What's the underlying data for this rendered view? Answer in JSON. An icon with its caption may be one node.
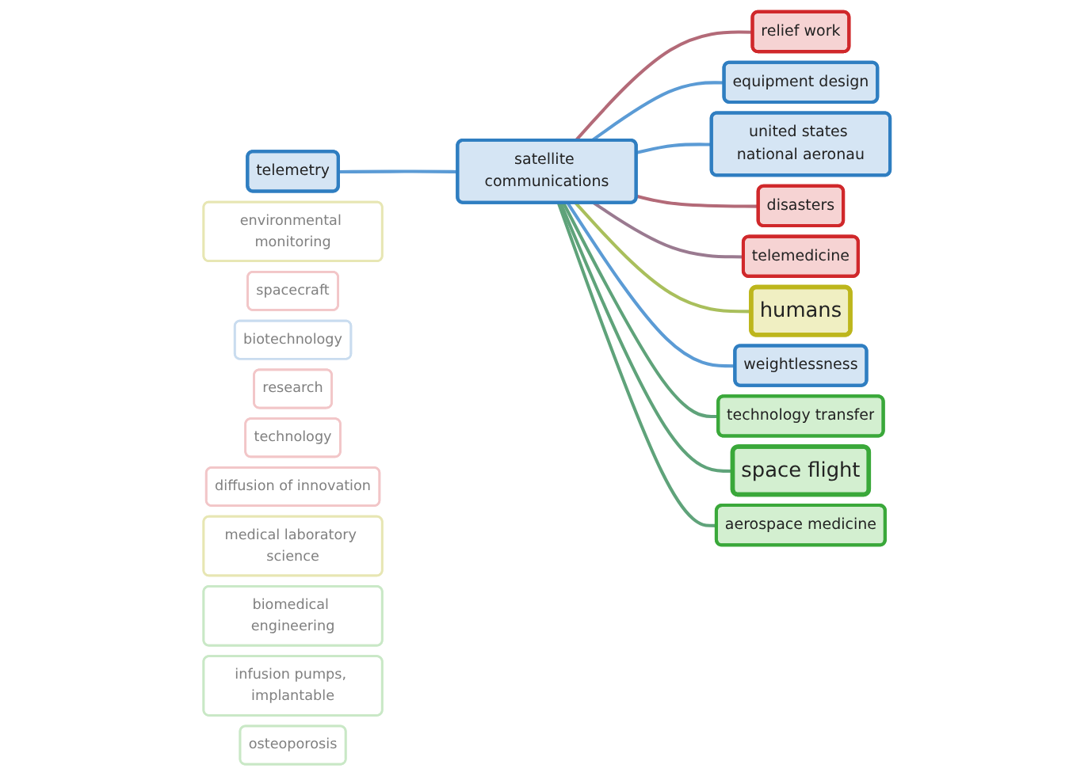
{
  "diagram": {
    "nodes": [
      {
        "text": [
          "telemetry"
        ]
      },
      {
        "text": [
          "satellite communications"
        ]
      },
      {
        "text": [
          "relief work"
        ]
      },
      {
        "text": [
          "environmental monitoring"
        ]
      },
      {
        "text": [
          "equipment design"
        ]
      },
      {
        "text": [
          "united states national aeronau"
        ]
      },
      {
        "text": [
          "disasters"
        ]
      },
      {
        "text": [
          "telemedicine"
        ]
      },
      {
        "text": [
          "humans"
        ]
      },
      {
        "text": [
          "spacecraft"
        ]
      },
      {
        "text": [
          "biotechnology"
        ]
      },
      {
        "text": [
          "weightlessness"
        ]
      },
      {
        "text": [
          "technology transfer"
        ]
      },
      {
        "text": [
          "research"
        ]
      },
      {
        "text": [
          "technology"
        ]
      },
      {
        "text": [
          "space flight"
        ]
      },
      {
        "text": [
          "diffusion of innovation"
        ]
      },
      {
        "text": [
          "aerospace medicine"
        ]
      },
      {
        "text": [
          "medical laboratory science"
        ]
      },
      {
        "text": [
          "biomedical engineering"
        ]
      },
      {
        "text": [
          "infusion pumps, implantable"
        ]
      },
      {
        "text": [
          "osteoporosis"
        ]
      }
    ],
    "edges": [
      {
        "from": 0,
        "to": 1,
        "arrow": "none"
      },
      {
        "from": 1,
        "to": 2,
        "arrow": "none",
        "color": "#b36a78"
      },
      {
        "from": 1,
        "to": 4,
        "arrow": "none"
      },
      {
        "from": 1,
        "to": 5,
        "arrow": "none"
      },
      {
        "from": 1,
        "to": 6,
        "arrow": "none",
        "color": "#b36a78"
      },
      {
        "from": 1,
        "to": 7,
        "arrow": "none",
        "color": "#9a7a90"
      },
      {
        "from": 1,
        "to": 8,
        "arrow": "none",
        "color": "#a9bf5c"
      },
      {
        "from": 1,
        "to": 11,
        "arrow": "none"
      },
      {
        "from": 1,
        "to": 12,
        "arrow": "none",
        "color": "#5fa37a"
      },
      {
        "from": 1,
        "to": 15,
        "arrow": "none",
        "color": "#5fa37a"
      },
      {
        "from": 1,
        "to": 17,
        "arrow": "none",
        "color": "#5fa37a"
      }
    ]
  }
}
